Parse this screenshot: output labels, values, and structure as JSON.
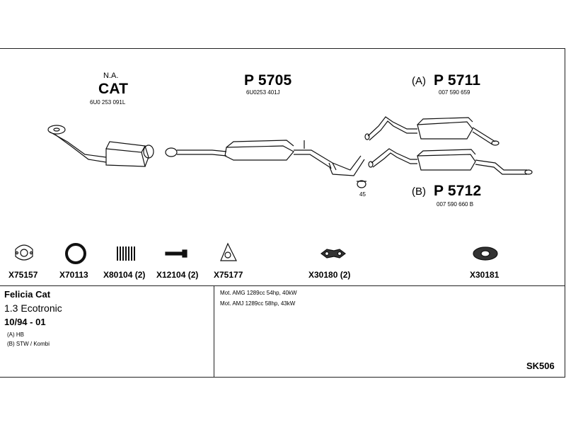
{
  "header": {
    "cat_prefix": "N.A.",
    "cat_title": "CAT",
    "cat_code": "6U0 253 091L",
    "middle_part": "P 5705",
    "middle_code": "6U0253 401J",
    "rear_a_prefix": "(A)",
    "rear_a_part": "P 5711",
    "rear_a_code": "007 590 659",
    "rear_b_prefix": "(B)",
    "rear_b_part": "P 5712",
    "rear_b_code": "007 590 660 B",
    "clamp_note": "45"
  },
  "accessories": [
    {
      "code": "X75157",
      "icon": "gasket-icon"
    },
    {
      "code": "X70113",
      "icon": "ring-icon"
    },
    {
      "code": "X80104 (2)",
      "icon": "spring-icon"
    },
    {
      "code": "X12104 (2)",
      "icon": "bolt-icon"
    },
    {
      "code": "X75177",
      "icon": "flange-gasket-icon"
    },
    {
      "code": "X30180 (2)",
      "icon": "rubber-mount-icon"
    },
    {
      "code": "X30181",
      "icon": "rubber-ring-icon"
    }
  ],
  "vehicle": {
    "model": "Felicia Cat",
    "engine": "1.3 Ecotronic",
    "years": "10/94 - 01",
    "variant_a": "(A) HB",
    "variant_b": "(B) STW / Kombi"
  },
  "motors": [
    "Mot. AMG 1289cc 54hp, 40kW",
    "Mot. AMJ 1289cc 58hp, 43kW"
  ],
  "kit_code": "SK506"
}
